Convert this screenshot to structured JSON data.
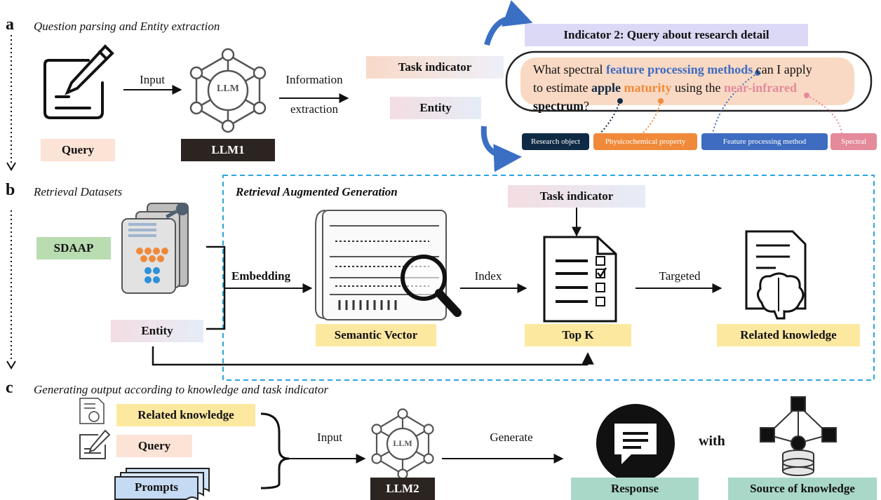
{
  "panels": {
    "a": {
      "letter": "a",
      "title": "Question parsing and Entity extraction"
    },
    "b": {
      "letter": "b",
      "title": "Retrieval Datasets"
    },
    "c": {
      "letter": "c",
      "title": "Generating output according to knowledge and task indicator"
    }
  },
  "panel_a": {
    "input_label": "Input",
    "llm_icon_text": "LLM",
    "query_label": "Query",
    "llm1_label": "LLM1",
    "info_extraction_line1": "Information",
    "info_extraction_line2": "extraction",
    "task_indicator_label": "Task indicator",
    "entity_label": "Entity",
    "indicator_title": "Indicator 2: Query about research detail",
    "question": {
      "p1": "What spectral ",
      "p2": "feature processing methods",
      "p3": " can I apply",
      "p4": "to estimate ",
      "p5": "apple",
      "p6": " ",
      "p7": "maturity",
      "p8": " using the ",
      "p9": "near-infrared",
      "p10": "spectrum",
      "p11": "?"
    },
    "tags": [
      "Research object",
      "Physicochemical property",
      "Feature processing method",
      "Spectral method"
    ]
  },
  "panel_b": {
    "rag_title": "Retrieval Augmented Generation",
    "sdaap_label": "SDAAP",
    "entity_label": "Entity",
    "embedding_label": "Embedding",
    "semantic_vector_label": "Semantic Vector",
    "index_label": "Index",
    "task_indicator_label": "Task indicator",
    "topk_label": "Top K",
    "targeted_label": "Targeted",
    "related_knowledge_label": "Related knowledge"
  },
  "panel_c": {
    "related_knowledge_label": "Related knowledge",
    "query_label": "Query",
    "prompts_label": "Prompts",
    "input_label": "Input",
    "llm_icon_text": "LLM",
    "llm2_label": "LLM2",
    "generate_label": "Generate",
    "with_label": "with",
    "response_label": "Response",
    "source_label": "Source of knowledge"
  },
  "colors": {
    "peach": "#fbe3d6",
    "yellow": "#fde8a0",
    "green": "#b9dcb0",
    "teal": "#a9d8c9",
    "lavender": "#dcd9f7",
    "dark": "#2b2421",
    "blue_arrow": "#3a6fc4",
    "dashed_box": "#2aa6e0",
    "tag_navy": "#0f2a44",
    "tag_orange": "#f08a3a",
    "tag_blue": "#3d6cc0",
    "tag_pink": "#e48a9a"
  }
}
